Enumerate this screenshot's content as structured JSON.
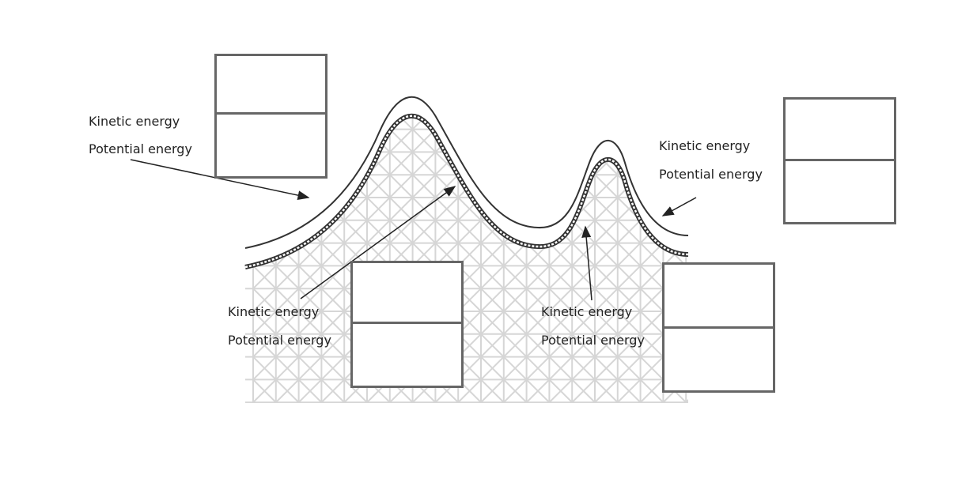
{
  "groups": [
    {
      "kinetic": "Kinetic energy",
      "potential": "Potential energy"
    },
    {
      "kinetic": "Kinetic energy",
      "potential": "Potential energy"
    },
    {
      "kinetic": "Kinetic energy",
      "potential": "Potential energy"
    },
    {
      "kinetic": "Kinetic energy",
      "potential": "Potential energy"
    }
  ],
  "colors": {
    "track": "#333333",
    "lattice": "#d6d6d6",
    "box_border": "#666666"
  }
}
